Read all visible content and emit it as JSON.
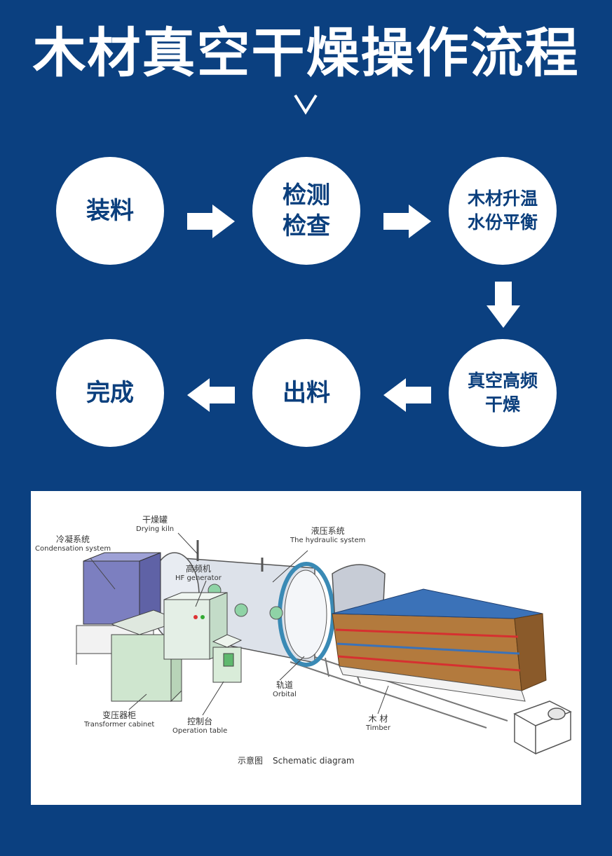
{
  "title": "木材真空干燥操作流程",
  "steps": [
    "装料",
    "检测\n检查",
    "木材升温\n水份平衡",
    "真空高频\n干燥",
    "出料",
    "完成"
  ],
  "colors": {
    "background": "#0b4080",
    "circle": "#ffffff",
    "circle_text": "#0b3f7d",
    "arrow": "#ffffff"
  },
  "icons": {
    "chevron": "chevron-down-icon",
    "arrow": "arrow-icon"
  },
  "schematic": {
    "labels": {
      "kiln": {
        "zh": "干燥罐",
        "en": "Drying kiln"
      },
      "condensation": {
        "zh": "冷凝系统",
        "en": "Condensation system"
      },
      "hf": {
        "zh": "高频机",
        "en": "HF generator"
      },
      "hydraulic": {
        "zh": "液压系统",
        "en": "The hydraulic system"
      },
      "orbital": {
        "zh": "轨道",
        "en": "Orbital"
      },
      "timber": {
        "zh": "木 材",
        "en": "Timber"
      },
      "transformer": {
        "zh": "变压器柜",
        "en": "Transformer cabinet"
      },
      "operation": {
        "zh": "控制台",
        "en": "Operation table"
      }
    },
    "caption_zh": "示意图",
    "caption_en": "Schematic diagram"
  }
}
